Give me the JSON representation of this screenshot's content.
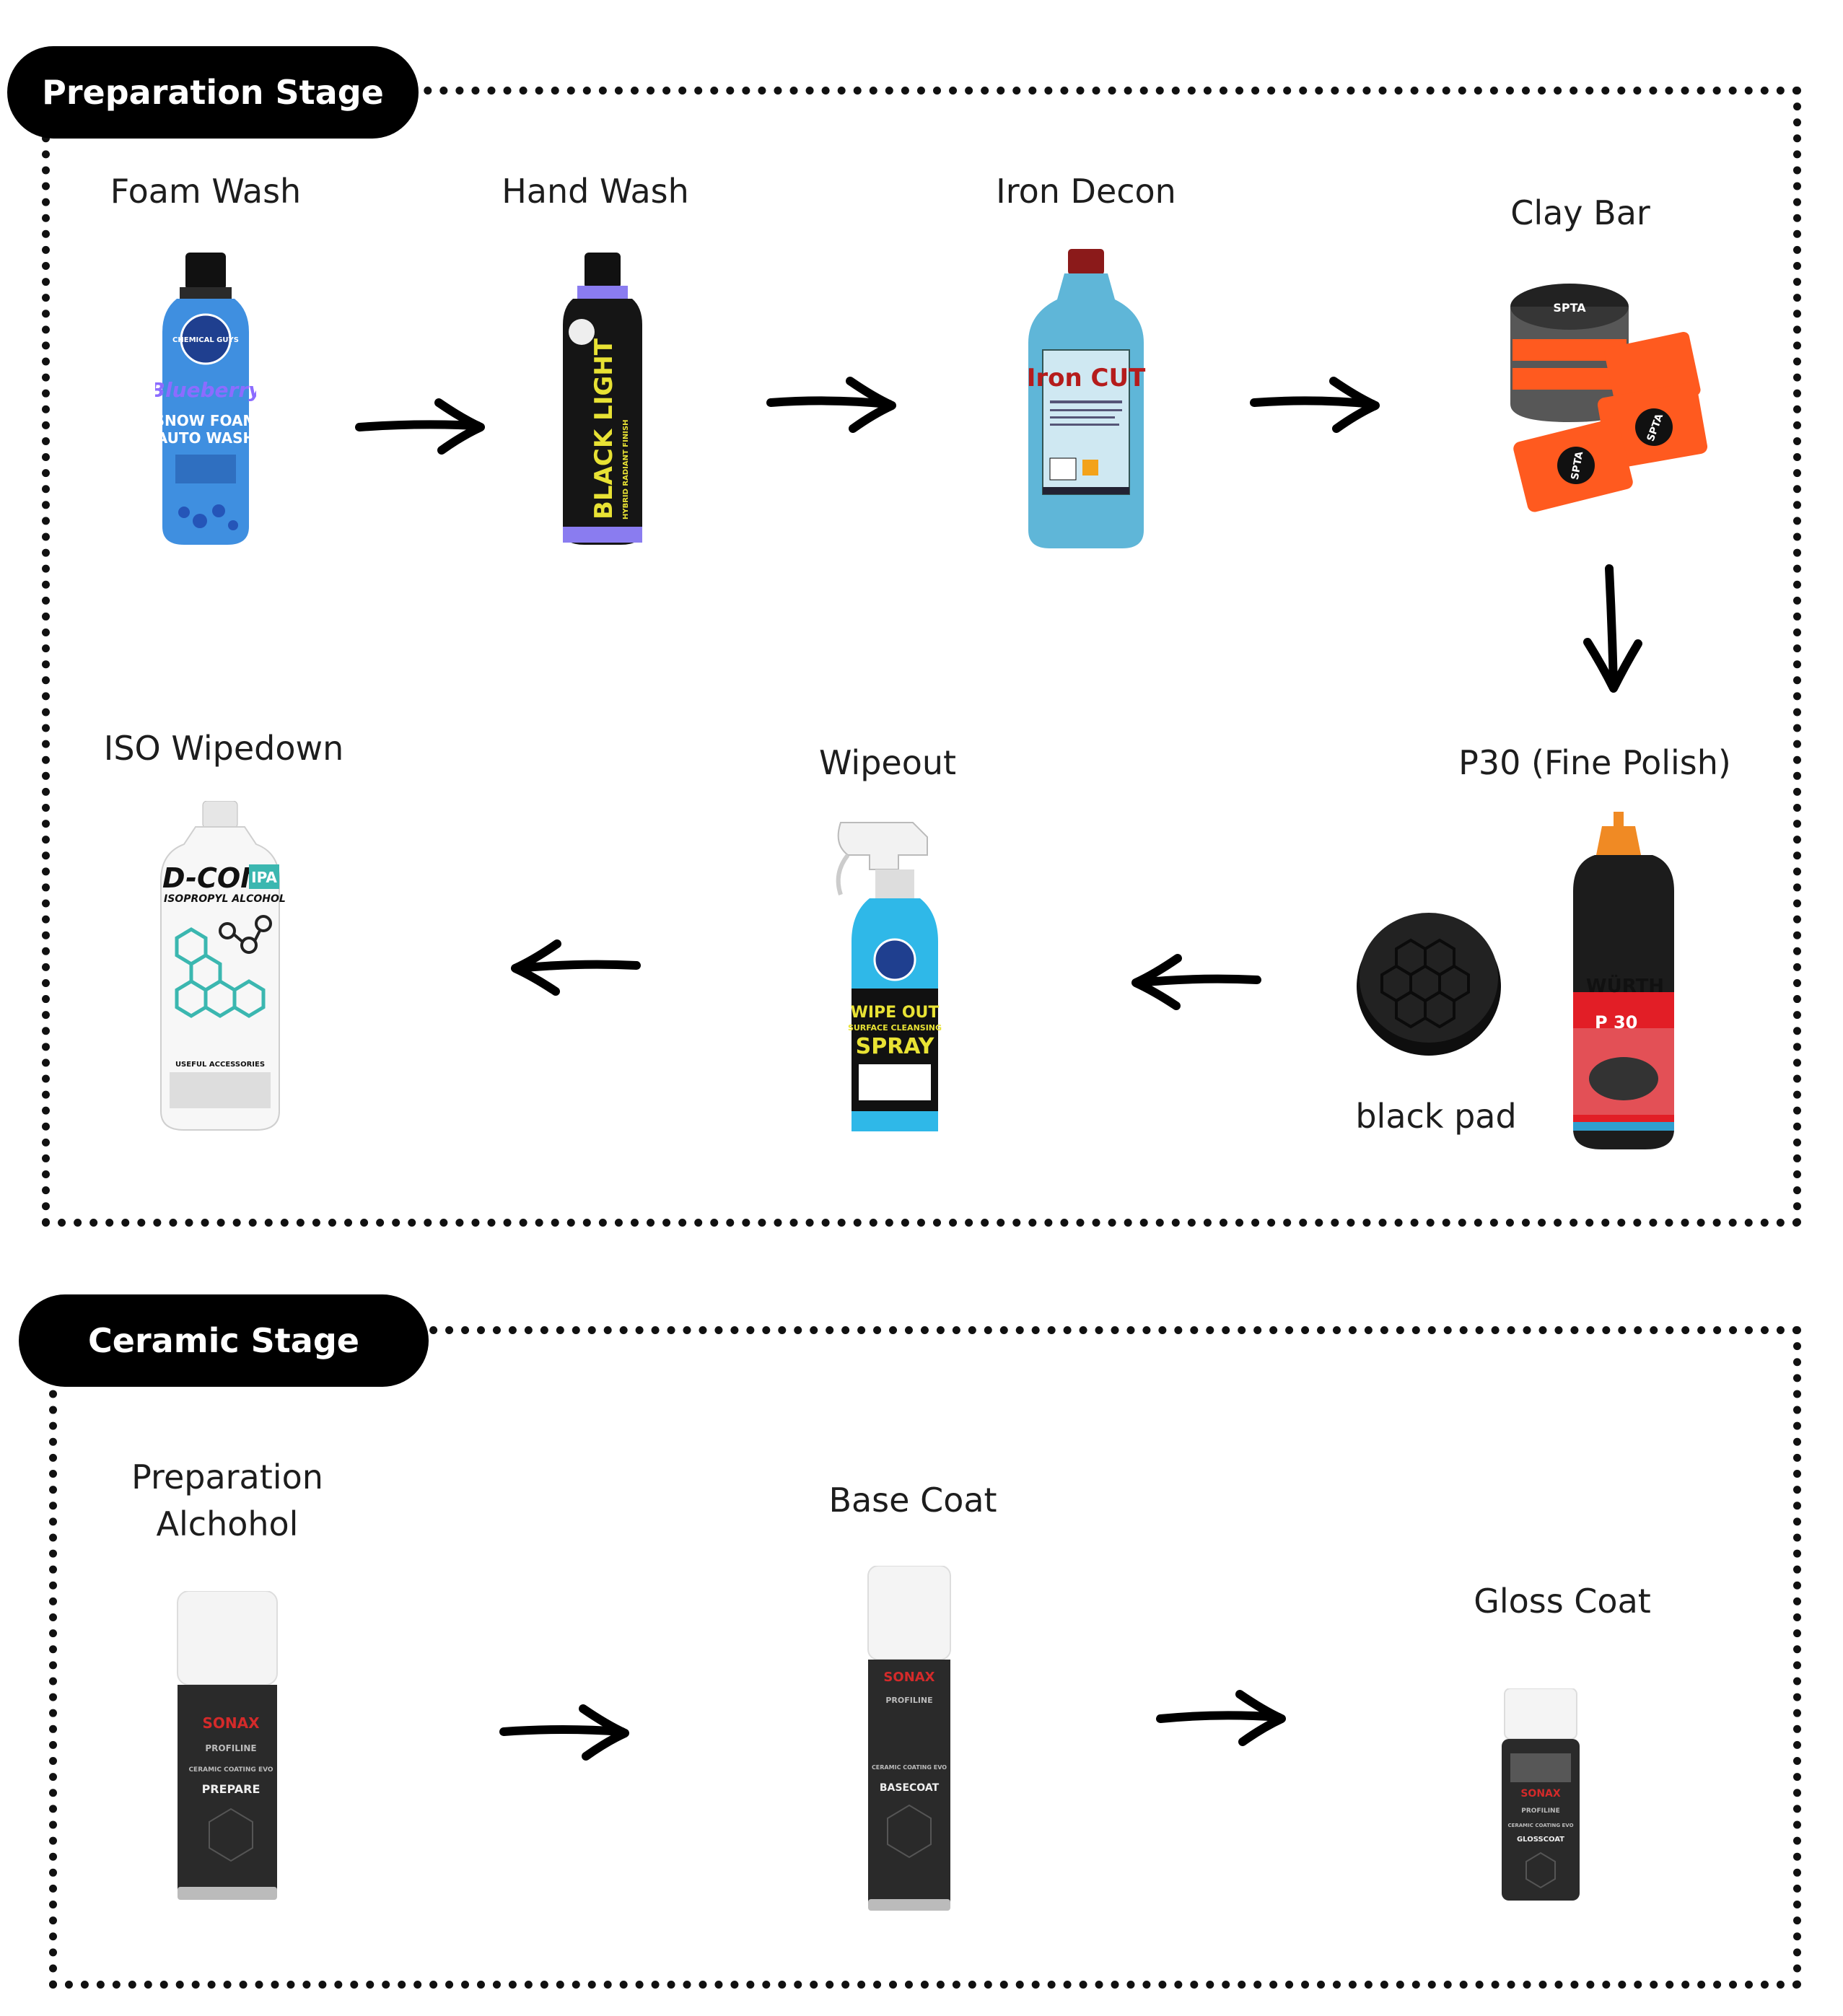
{
  "stages": [
    {
      "title": "Preparation Stage"
    },
    {
      "title": "Ceramic Stage"
    }
  ],
  "steps": {
    "foam_wash": "Foam Wash",
    "hand_wash": "Hand Wash",
    "iron_decon": "Iron Decon",
    "clay_bar": "Clay Bar",
    "p30": "P30 (Fine Polish)",
    "black_pad": "black pad",
    "wipeout": "Wipeout",
    "iso_wipedown": "ISO Wipedown",
    "prep_alcohol_line1": "Preparation",
    "prep_alcohol_line2": "Alchohol",
    "base_coat": "Base Coat",
    "gloss_coat": "Gloss Coat"
  },
  "product_text": {
    "foam_brand": "CHEMICAL GUYS",
    "foam_script": "Blueberry",
    "foam_line1": "SNOW FOAM",
    "foam_line2": "AUTO WASH",
    "hand_main": "BLACK LIGHT",
    "hand_sub": "HYBRID RADIANT FINISH",
    "iron_name": "Iron CUT",
    "clay_brand": "SPTA",
    "wurth_brand": "WÜRTH",
    "wurth_product": "P 30",
    "wipe_line1": "WIPE OUT",
    "wipe_line2": "SURFACE CLEANSING",
    "wipe_line3": "SPRAY",
    "dcon_name": "D-CON",
    "dcon_ipa": "IPA",
    "dcon_sub": "ISOPROPYL ALCOHOL",
    "dcon_footer": "USEFUL ACCESSORIES",
    "sonax_brand": "SONAX",
    "sonax_line": "PROFILINE",
    "sonax_range": "CERAMIC COATING EVO",
    "prepare": "PREPARE",
    "basecoat": "BASECOAT",
    "glosscoat": "GLOSSCOAT"
  },
  "colors": {
    "outline": "#111111",
    "tag_bg": "#000000",
    "tag_text": "#ffffff",
    "foam_blue": "#3f8fe0",
    "purple": "#8a7cf0",
    "iron_blue": "#5fb6d8",
    "clay_orange": "#ff5a1f",
    "wurth_red": "#e21e26",
    "wipe_cyan": "#2fb8e8",
    "teal": "#3bb7b0",
    "sonax_dark": "#2a2a2a"
  },
  "icons": {
    "arrow": "hand-drawn-arrow-icon"
  }
}
